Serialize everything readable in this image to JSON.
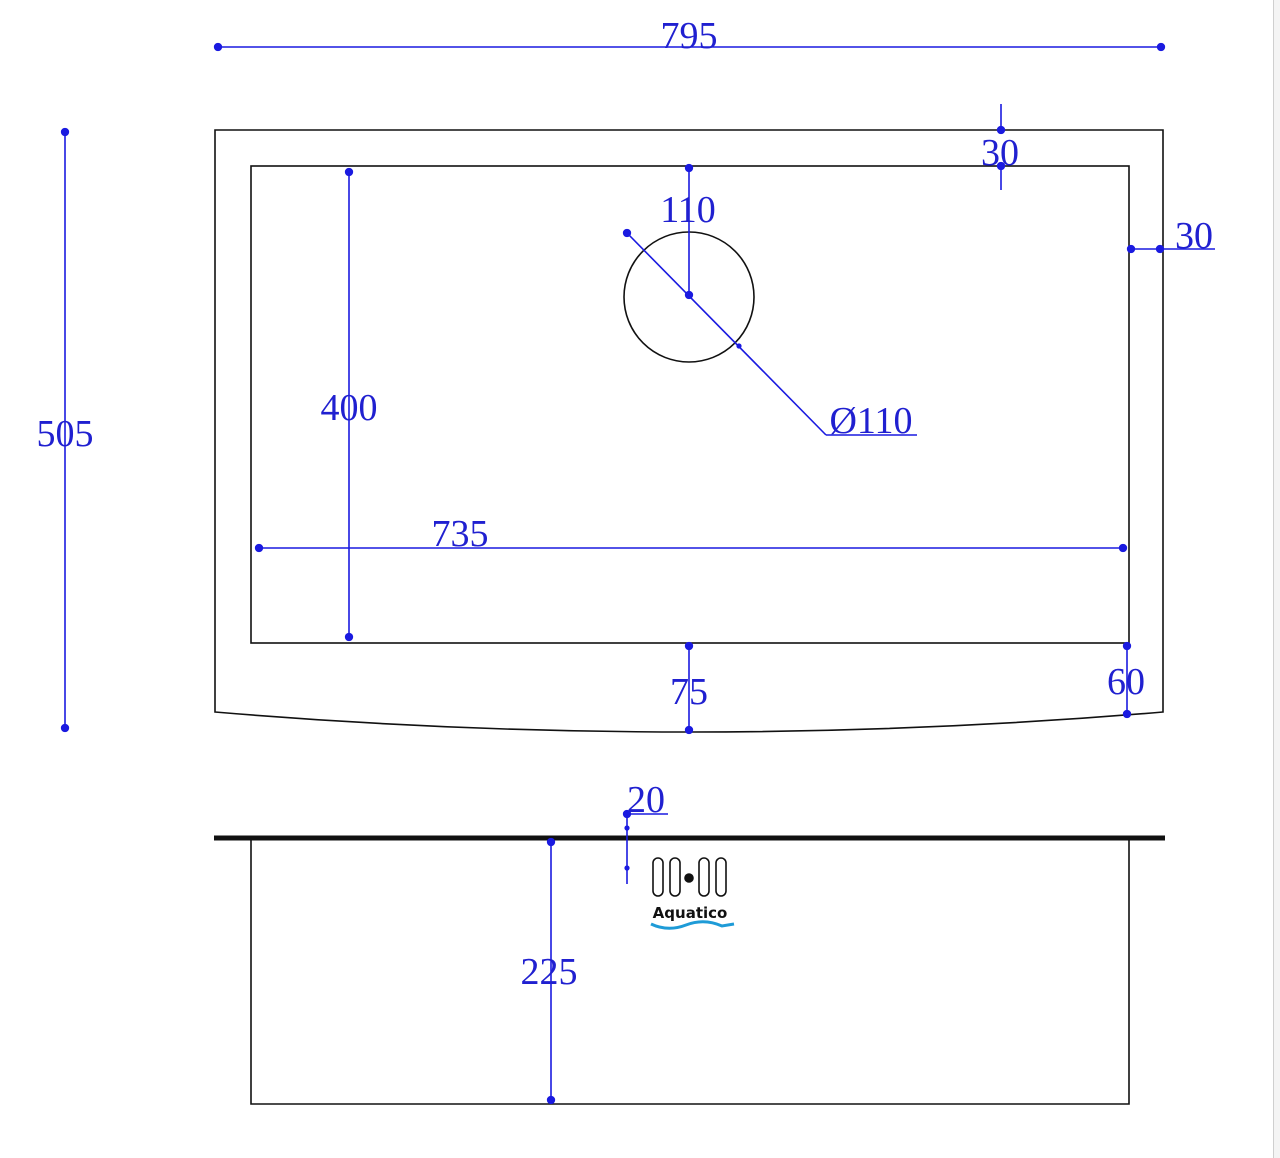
{
  "dimensions": {
    "overall_width": "795",
    "overall_depth": "505",
    "bowl_width": "735",
    "bowl_depth": "400",
    "rim_top": "30",
    "rim_right": "30",
    "drain_offset": "110",
    "drain_diameter": "Ø110",
    "front_center": "75",
    "front_corner": "60",
    "deck_thickness": "20",
    "bowl_height": "225"
  },
  "logo": {
    "brand": "Aquatico",
    "icon": "logo-mark-icon"
  },
  "colors": {
    "dimension": "#1a1ae0",
    "outline": "#111111",
    "background": "#ffffff"
  }
}
